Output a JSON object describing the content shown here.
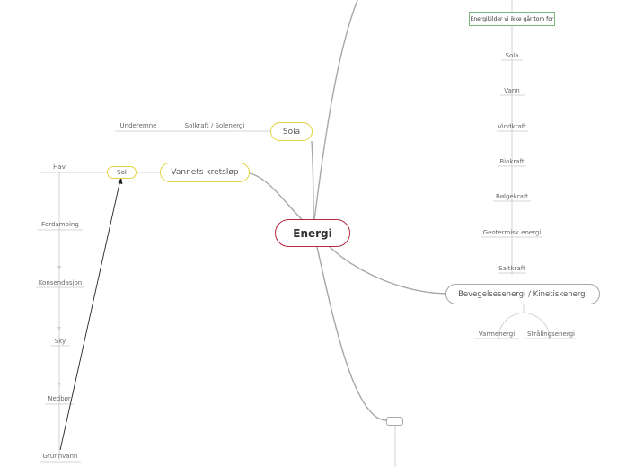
{
  "center": "Energi",
  "top_right": {
    "box_label": "Energikilder vi ikke går tom for",
    "items": [
      "Sola",
      "Vann",
      "Vindkraft",
      "Biokraft",
      "Bølgekraft",
      "Geotermisk energi",
      "Saltkraft"
    ]
  },
  "kinetic": {
    "label": "Bevegelsesenergi / Kinetiskenergi",
    "children": [
      "Varmenergi",
      "Strålingsenergi"
    ]
  },
  "sola": {
    "label": "Sola",
    "subtopic_left": "Underemne",
    "subtopic_right": "Solkraft / Solenergi"
  },
  "water_cycle": {
    "label": "Vannets kretsløp",
    "sol": "Sol",
    "steps": [
      "Hav",
      "Fordamping",
      "Konsendasjon",
      "Sky",
      "Nedbør",
      "Grunnvann"
    ]
  },
  "empty_node_label": "",
  "colors": {
    "central_border": "#b5283f",
    "yellow_border": "#e3d240",
    "green_border": "#78b67c",
    "line": "#a7a7a7"
  }
}
